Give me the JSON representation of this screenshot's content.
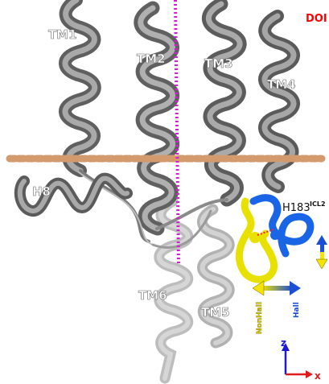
{
  "labels": {
    "tm1": "TM1",
    "tm2": "TM2",
    "tm3": "TM3",
    "tm4": "TM4",
    "tm5": "TM5",
    "tm6": "TM6",
    "h8": "H8",
    "doi": "DOI",
    "h183_main": "H183",
    "h183_sup": "ICL2",
    "nonhall": "NonHall",
    "hall": "Hall",
    "axis_z": "z",
    "axis_x": "x"
  },
  "colors": {
    "helix_dark": "#5e5e5e",
    "helix_mid": "#8f8f8f",
    "helix_light": "#b8b8b8",
    "membrane": "#d39a6e",
    "axis_line": "#d61ad6",
    "doi": "#ff0000",
    "loop_yellow": "#e8e100",
    "loop_blue": "#1a64e6",
    "axis_z": "#1a1ad6",
    "axis_x": "#e01a1a"
  }
}
